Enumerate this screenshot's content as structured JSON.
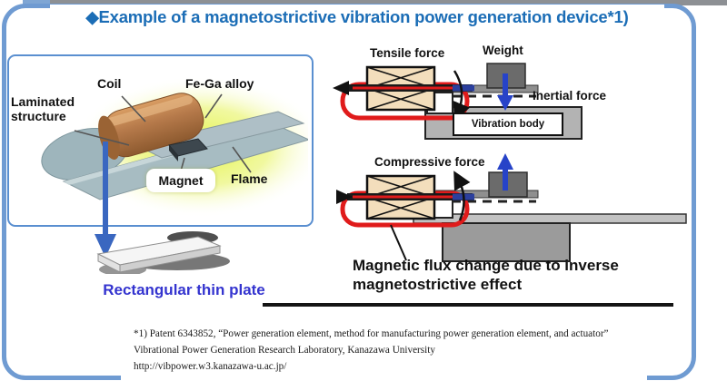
{
  "title": "◆Example of a magnetostrictive vibration power generation device*1)",
  "left_panel": {
    "coil_label": "Coil",
    "fega_label": "Fe-Ga alloy",
    "laminated_label": "Laminated structure",
    "magnet_label": "Magnet",
    "flame_label": "Flame",
    "plate_caption": "Rectangular thin plate"
  },
  "right_panel": {
    "tensile_label": "Tensile force",
    "weight_label": "Weight",
    "inertial_label": "Inertial force",
    "vibration_body_label": "Vibration body",
    "compressive_label": "Compressive force",
    "flux_line1": "Magnetic flux change due to inverse",
    "flux_line2": "magnetostrictive effect"
  },
  "footer": {
    "line1": "*1) Patent 6343852, “Power generation element, method for manufacturing power generation element, and actuator”",
    "line2": "Vibrational Power Generation Research Laboratory, Kanazawa University",
    "line3": "http://vibpower.w3.kanazawa-u.ac.jp/"
  },
  "colors": {
    "title_blue": "#1b6db6",
    "border_blue": "#6f9bd2",
    "caption_blue": "#3434cf",
    "flux_red": "#e01b1b",
    "arrow_blue": "#2743c8",
    "coil_tan": "#f3debc",
    "copper": "#b5794a",
    "plate_gray": "#a7bcc2",
    "glow_yellow": "#e8f551"
  }
}
